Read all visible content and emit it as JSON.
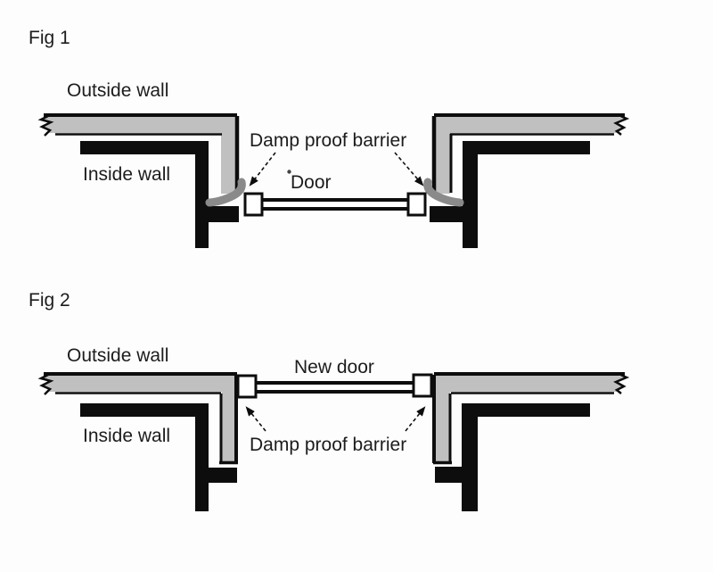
{
  "figures": [
    {
      "id": "fig1",
      "title": "Fig 1",
      "labels": {
        "outside_wall": "Outside wall",
        "inside_wall": "Inside wall",
        "damp_proof_barrier": "Damp proof barrier",
        "door": "Door"
      }
    },
    {
      "id": "fig2",
      "title": "Fig 2",
      "labels": {
        "outside_wall": "Outside wall",
        "inside_wall": "Inside wall",
        "damp_proof_barrier": "Damp proof barrier",
        "door": "New door"
      }
    }
  ],
  "colors": {
    "background": "#fdfdfd",
    "outside_wall_gray": "#c0c0c0",
    "inside_wall_black": "#0d0d0d",
    "damp_proof_barrier_gray": "#8a8a8a",
    "text": "#1c1c1c"
  }
}
